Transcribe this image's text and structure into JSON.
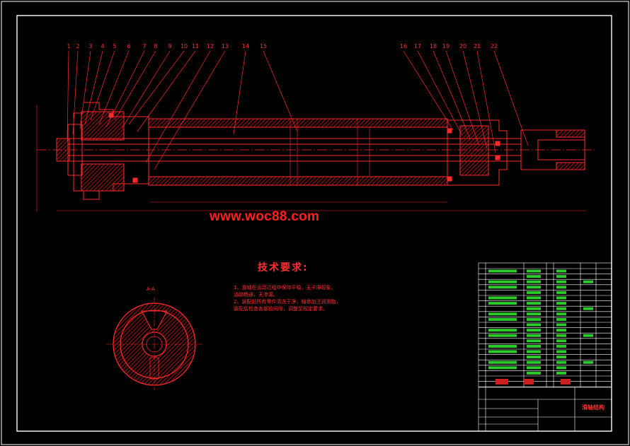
{
  "part_numbers": [
    "1",
    "2",
    "3",
    "4",
    "5",
    "6",
    "7",
    "8",
    "9",
    "10",
    "11",
    "12",
    "13",
    "14",
    "15",
    "16",
    "17",
    "18",
    "19",
    "20",
    "21",
    "22"
  ],
  "watermark": "www.woc88.com",
  "technical_requirements": {
    "title": "技术要求:",
    "notes": [
      "1、滑轴在运动过程中保持平稳，无卡滞现象，",
      "   油路畅通，无渗漏。",
      "2、装配前所有零件清洗干净，轴承加注润滑脂，",
      "   装配后检查各部位间隙，调整至规定要求。"
    ]
  },
  "section_label": "A-A",
  "title_block": {
    "drawing_name": "滑轴结构"
  },
  "colors": {
    "background": "#000000",
    "frame": "#ffffff",
    "geometry": "#ff2a2a",
    "hatch": "#c41818",
    "table_text": "#33ee33",
    "center_line": "#ff3030"
  }
}
